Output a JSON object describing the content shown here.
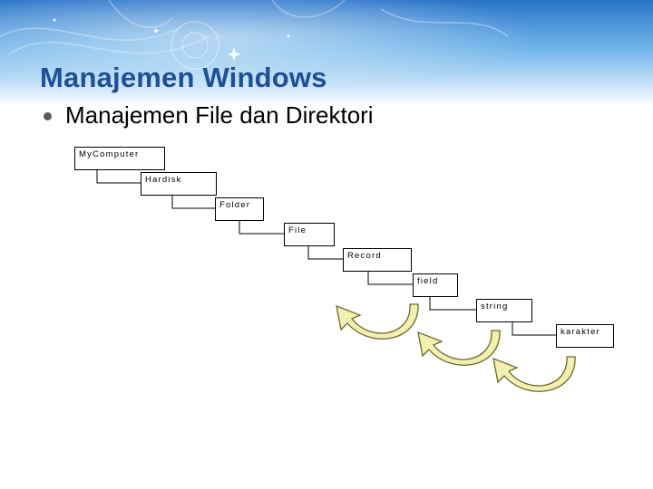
{
  "slide": {
    "title": "Manajemen Windows",
    "bullet": "Manajemen File dan Direktori"
  },
  "hierarchy": [
    {
      "label": "MyComputer"
    },
    {
      "label": "Hardisk"
    },
    {
      "label": "Folder"
    },
    {
      "label": "File"
    },
    {
      "label": "Record"
    },
    {
      "label": "field"
    },
    {
      "label": "string"
    },
    {
      "label": "karakter"
    }
  ],
  "colors": {
    "title": "#1f4f94",
    "header_top": "#2a74c8",
    "header_light": "#9fd0f3",
    "arrow_fill": "#f2efb0",
    "arrow_stroke": "#6b6b2a"
  },
  "icons": [
    "curved-arrow-icon",
    "curved-arrow-icon",
    "curved-arrow-icon"
  ]
}
